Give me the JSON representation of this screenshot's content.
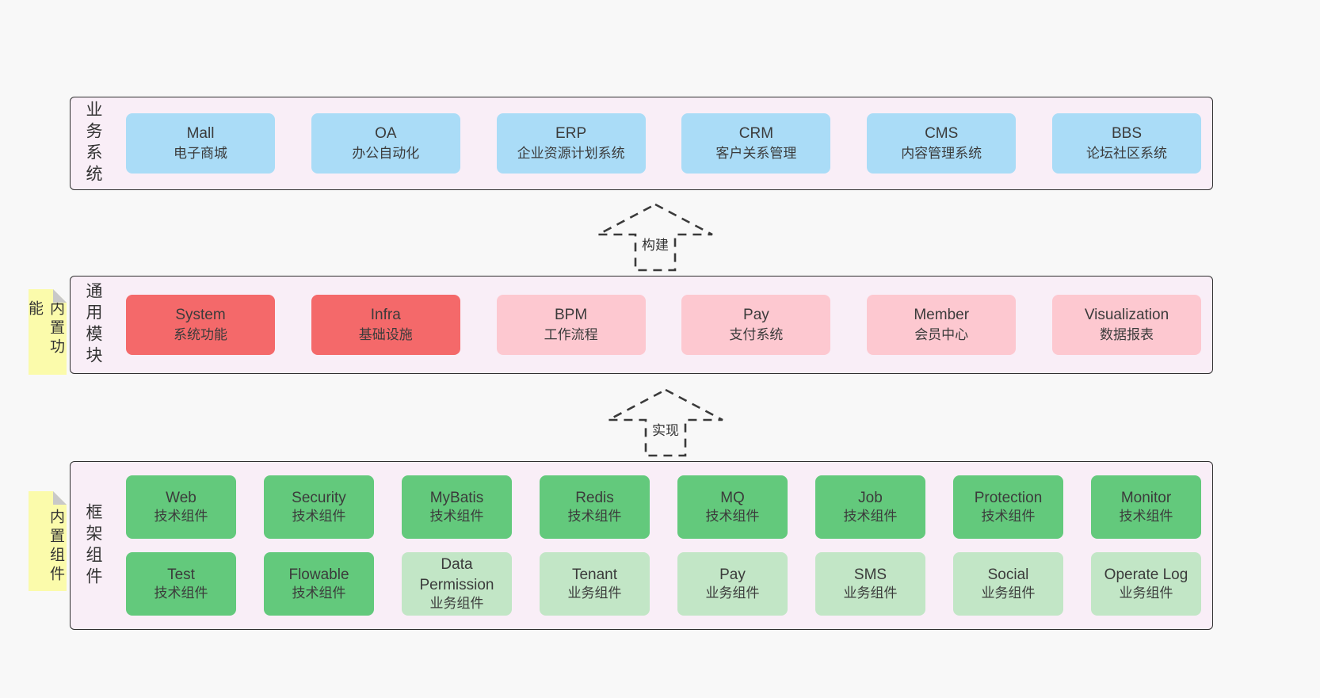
{
  "colors": {
    "page_bg": "#f8f8f8",
    "container_bg": "#f9eef7",
    "container_border": "#2f2f2f",
    "blue_box": "#aadcf7",
    "red_box": "#f4696a",
    "pink_box": "#fdc8d0",
    "green_dark_box": "#63c97c",
    "green_light_box": "#c2e6c6",
    "note_bg": "#fbfbab",
    "note_fold": "#c9c9c9",
    "text": "#333333"
  },
  "arrows": {
    "build": "构建",
    "implement": "实现"
  },
  "notes": {
    "builtin_features": "内置功能",
    "builtin_components": "内置组件"
  },
  "business": {
    "label": "业务系统",
    "boxes": [
      {
        "title": "Mall",
        "subtitle": "电子商城"
      },
      {
        "title": "OA",
        "subtitle": "办公自动化"
      },
      {
        "title": "ERP",
        "subtitle": "企业资源计划系统"
      },
      {
        "title": "CRM",
        "subtitle": "客户关系管理"
      },
      {
        "title": "CMS",
        "subtitle": "内容管理系统"
      },
      {
        "title": "BBS",
        "subtitle": "论坛社区系统"
      }
    ]
  },
  "modules": {
    "label": "通用模块",
    "boxes": [
      {
        "title": "System",
        "subtitle": "系统功能",
        "style": "red"
      },
      {
        "title": "Infra",
        "subtitle": "基础设施",
        "style": "red"
      },
      {
        "title": "BPM",
        "subtitle": "工作流程",
        "style": "pink"
      },
      {
        "title": "Pay",
        "subtitle": "支付系统",
        "style": "pink"
      },
      {
        "title": "Member",
        "subtitle": "会员中心",
        "style": "pink"
      },
      {
        "title": "Visualization",
        "subtitle": "数据报表",
        "style": "pink"
      }
    ]
  },
  "framework": {
    "label": "框架组件",
    "row1": [
      {
        "title": "Web",
        "subtitle": "技术组件",
        "style": "green-dark"
      },
      {
        "title": "Security",
        "subtitle": "技术组件",
        "style": "green-dark"
      },
      {
        "title": "MyBatis",
        "subtitle": "技术组件",
        "style": "green-dark"
      },
      {
        "title": "Redis",
        "subtitle": "技术组件",
        "style": "green-dark"
      },
      {
        "title": "MQ",
        "subtitle": "技术组件",
        "style": "green-dark"
      },
      {
        "title": "Job",
        "subtitle": "技术组件",
        "style": "green-dark"
      },
      {
        "title": "Protection",
        "subtitle": "技术组件",
        "style": "green-dark"
      },
      {
        "title": "Monitor",
        "subtitle": "技术组件",
        "style": "green-dark"
      }
    ],
    "row2": [
      {
        "title": "Test",
        "subtitle": "技术组件",
        "style": "green-dark"
      },
      {
        "title": "Flowable",
        "subtitle": "技术组件",
        "style": "green-dark"
      },
      {
        "title": "Data Permission",
        "subtitle": "业务组件",
        "style": "green-light"
      },
      {
        "title": "Tenant",
        "subtitle": "业务组件",
        "style": "green-light"
      },
      {
        "title": "Pay",
        "subtitle": "业务组件",
        "style": "green-light"
      },
      {
        "title": "SMS",
        "subtitle": "业务组件",
        "style": "green-light"
      },
      {
        "title": "Social",
        "subtitle": "业务组件",
        "style": "green-light"
      },
      {
        "title": "Operate Log",
        "subtitle": "业务组件",
        "style": "green-light"
      }
    ]
  }
}
